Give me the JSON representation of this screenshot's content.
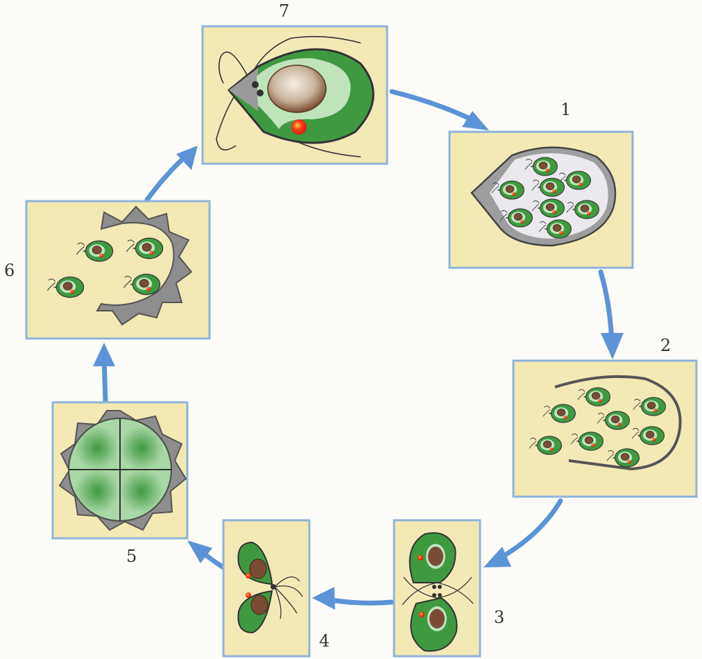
{
  "diagram": {
    "stage_labels": [
      "1",
      "2",
      "3",
      "4",
      "5",
      "6",
      "7"
    ],
    "colors": {
      "panel_fill": "#f3e9b5",
      "panel_border": "#8fb3d9",
      "arrow": "#5b93d6",
      "chloroplast": "#3f9a3f",
      "cytoplasm": "#bfe3bb",
      "nucleus": "#7a4d33",
      "eyespot": "#e53a1f",
      "wall": "#4a4a4a"
    },
    "stages": [
      {
        "label_ref": 0,
        "zoospore_count": 8,
        "icon": "zoospores-in-sporangium-icon"
      },
      {
        "label_ref": 1,
        "zoospore_count": 8,
        "icon": "zoospores-released-icon"
      },
      {
        "label_ref": 2,
        "icon": "gamete-fusion-icon"
      },
      {
        "label_ref": 3,
        "icon": "zygote-forming-icon"
      },
      {
        "label_ref": 4,
        "icon": "zygospore-icon"
      },
      {
        "label_ref": 5,
        "zoospore_count": 4,
        "icon": "zygospore-germination-icon"
      },
      {
        "label_ref": 6,
        "icon": "chlamydomonas-cell-icon"
      }
    ]
  }
}
